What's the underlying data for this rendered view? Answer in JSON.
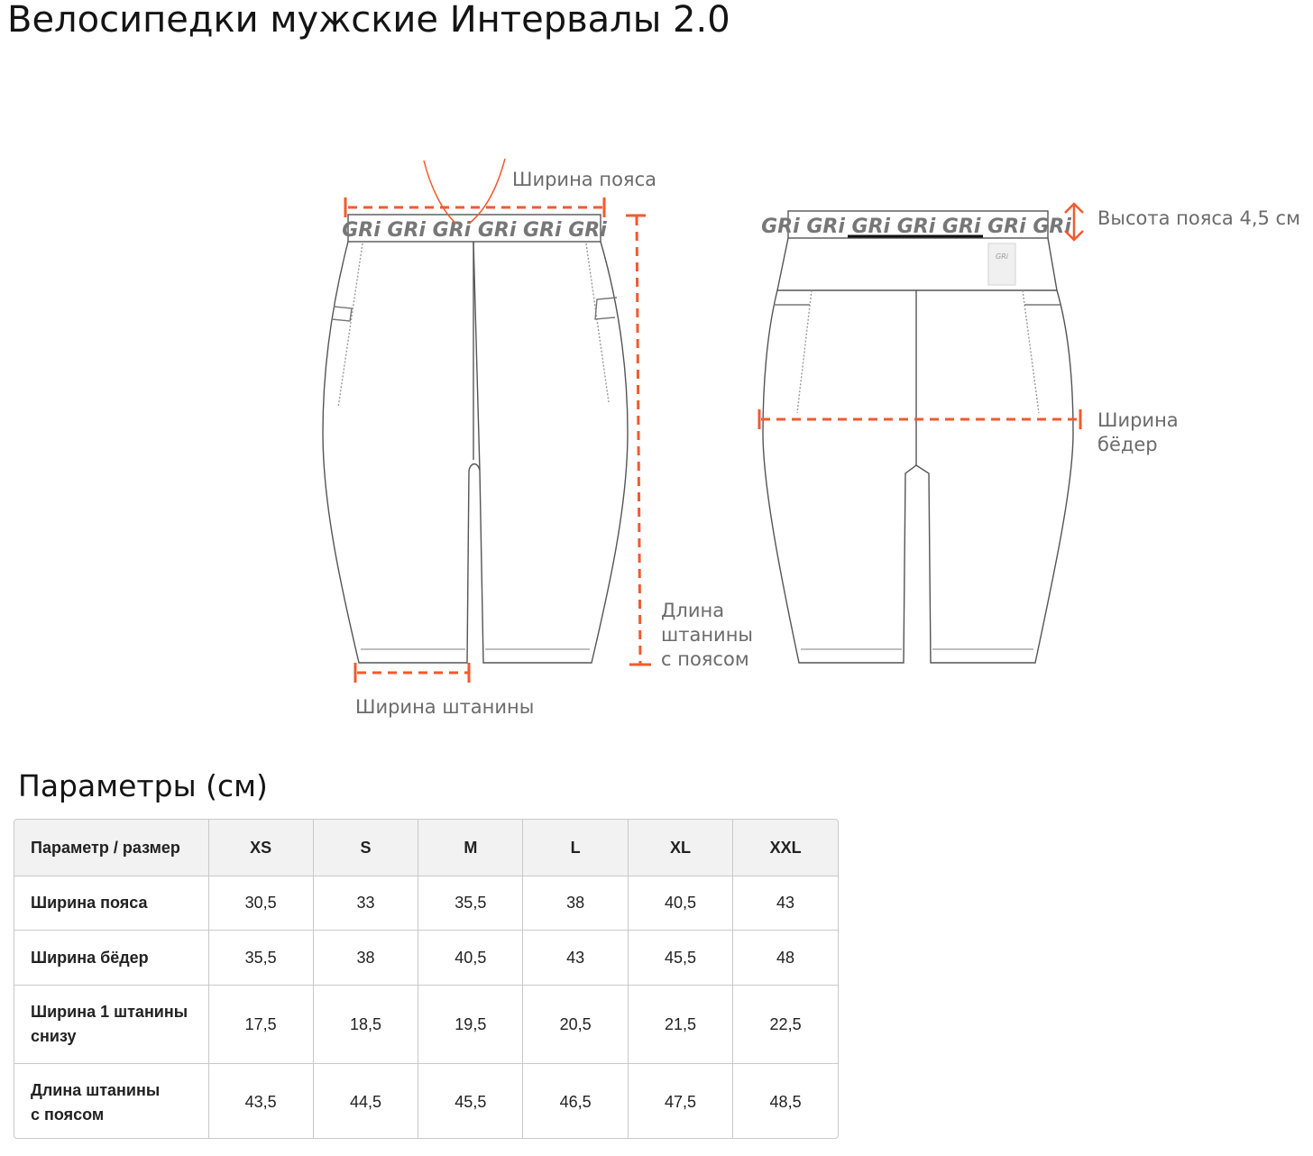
{
  "page": {
    "title": "Велосипедки мужские Интервалы 2.0"
  },
  "diagram": {
    "accent_color": "#f25a2e",
    "outline_color": "#555555",
    "front_view": {
      "waistband_text": "GRi GRi GRi GRi GRi GRi",
      "waist_width_label": "Ширина пояса",
      "leg_width_label": "Ширина штанины",
      "length_label_lines": [
        "Длина",
        "штанины",
        "с поясом"
      ]
    },
    "back_view": {
      "waistband_text": "GRi GRi GRi GRi GRi GRi GRi",
      "tag_text": "GRi",
      "waist_height_label": "Высота пояса 4,5 см",
      "hip_width_label_lines": [
        "Ширина",
        "бёдер"
      ]
    }
  },
  "table": {
    "title": "Параметры (см)",
    "header": {
      "param_label": "Параметр / размер",
      "sizes": [
        "XS",
        "S",
        "M",
        "L",
        "XL",
        "XXL"
      ]
    },
    "rows": [
      {
        "label_lines": [
          "Ширина пояса"
        ],
        "values": [
          "30,5",
          "33",
          "35,5",
          "38",
          "40,5",
          "43"
        ]
      },
      {
        "label_lines": [
          "Ширина бёдер"
        ],
        "values": [
          "35,5",
          "38",
          "40,5",
          "43",
          "45,5",
          "48"
        ]
      },
      {
        "label_lines": [
          "Ширина 1 штанины",
          "снизу"
        ],
        "values": [
          "17,5",
          "18,5",
          "19,5",
          "20,5",
          "21,5",
          "22,5"
        ]
      },
      {
        "label_lines": [
          "Длина штанины",
          "с поясом"
        ],
        "values": [
          "43,5",
          "44,5",
          "45,5",
          "46,5",
          "47,5",
          "48,5"
        ]
      }
    ]
  }
}
